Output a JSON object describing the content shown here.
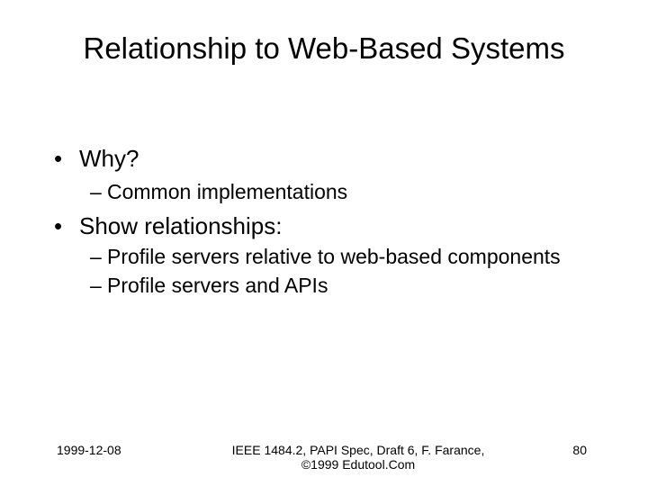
{
  "slide": {
    "title": "Relationship to Web-Based Systems",
    "bullets": [
      {
        "level": 1,
        "marker": "•",
        "text": "Why?"
      },
      {
        "level": 2,
        "marker": "–",
        "text": "Common implementations"
      },
      {
        "level": 1,
        "marker": "•",
        "text": "Show relationships:"
      },
      {
        "level": 2,
        "marker": "–",
        "text": "Profile servers relative to web-based components"
      },
      {
        "level": 2,
        "marker": "–",
        "text": "Profile servers and APIs"
      }
    ],
    "footer": {
      "date": "1999-12-08",
      "center_line1": "IEEE 1484.2, PAPI Spec, Draft 6, F. Farance,",
      "center_line2": "©1999 Edutool.Com",
      "page_number": "80"
    },
    "colors": {
      "background": "#ffffff",
      "text": "#000000"
    }
  }
}
